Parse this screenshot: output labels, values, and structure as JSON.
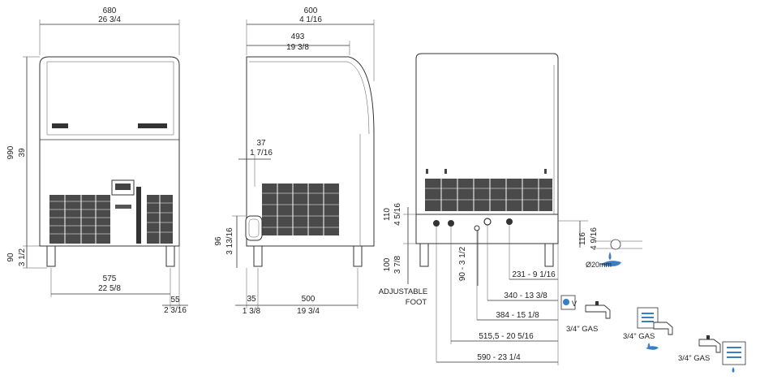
{
  "front_view": {
    "width_mm": "680",
    "width_in": "26 3/4",
    "height_mm": "990",
    "height_in": "39",
    "foot_mm": "90",
    "foot_in": "3 1/2",
    "feet_span_mm": "575",
    "feet_span_in": "22 5/8",
    "side_gap_mm": "55",
    "side_gap_in": "2 3/16"
  },
  "side_view": {
    "depth_mm": "600",
    "depth_in": "4 1/16",
    "top_depth_mm": "493",
    "top_depth_in": "19 3/8",
    "inset_mm": "37",
    "inset_in": "1 7/16",
    "port_height_mm": "96",
    "port_height_in": "3 13/16",
    "foot_offset_mm": "35",
    "foot_offset_in": "1 3/8",
    "feet_span_mm": "500",
    "feet_span_in": "19 3/4"
  },
  "rear_view": {
    "conn_height_mm": "110",
    "conn_height_in": "4 5/16",
    "drain_height_mm": "116",
    "drain_height_in": "4 9/16",
    "foot_mm": "100",
    "foot_in": "3 7/8",
    "port1_mm": "90 - 3 1/2",
    "dims": [
      "231 - 9 1/16",
      "340 - 13 3/8",
      "384 - 15 1/8",
      "515,5 - 20 5/16",
      "590 - 23 1/4"
    ],
    "adjustable_label": "ADJUSTABLE",
    "foot_label": "FOOT",
    "drain_note": "Ø20mm"
  },
  "connections": {
    "water_inlet_label": "3/4\" GAS",
    "condenser_inlet_label": "3/4\" GAS",
    "condenser_outlet_label": "3/4\" GAS",
    "v_symbol": "V"
  }
}
